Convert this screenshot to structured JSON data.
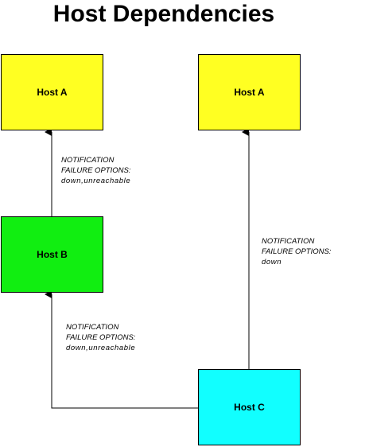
{
  "title": "Host Dependencies",
  "colors": {
    "host_a": "#ffff22",
    "host_b": "#11ee11",
    "host_c": "#11ffff"
  },
  "nodes": {
    "host_a_left": {
      "label": "Host A"
    },
    "host_a_right": {
      "label": "Host A"
    },
    "host_b": {
      "label": "Host B"
    },
    "host_c": {
      "label": "Host C"
    }
  },
  "edges": {
    "b_to_a": {
      "line1": "NOTIFICATION",
      "line2": "FAILURE OPTIONS:",
      "line3": "down,unreachable"
    },
    "c_to_a": {
      "line1": "NOTIFICATION",
      "line2": "FAILURE OPTIONS:",
      "line3": "down"
    },
    "c_to_b": {
      "line1": "NOTIFICATION",
      "line2": "FAILURE OPTIONS:",
      "line3": "down,unreachable"
    }
  }
}
